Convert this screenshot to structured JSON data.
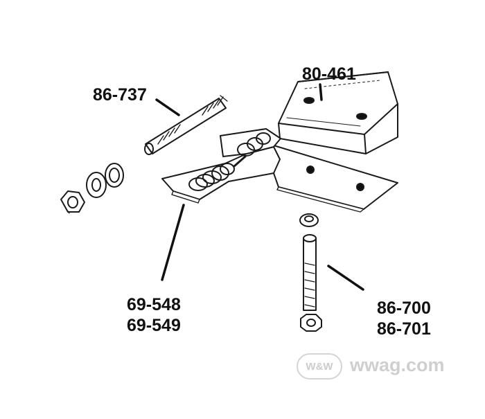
{
  "labels": {
    "l86737": "86-737",
    "l80461": "80-461",
    "l69548": "69-548",
    "l69549": "69-549",
    "l86700": "86-700",
    "l86701": "86-701"
  },
  "watermark": {
    "logo": "W&W",
    "site": "wwag.com"
  },
  "colors": {
    "ink": "#111111",
    "watermark": "#cfcfcf",
    "background": "#ffffff"
  }
}
